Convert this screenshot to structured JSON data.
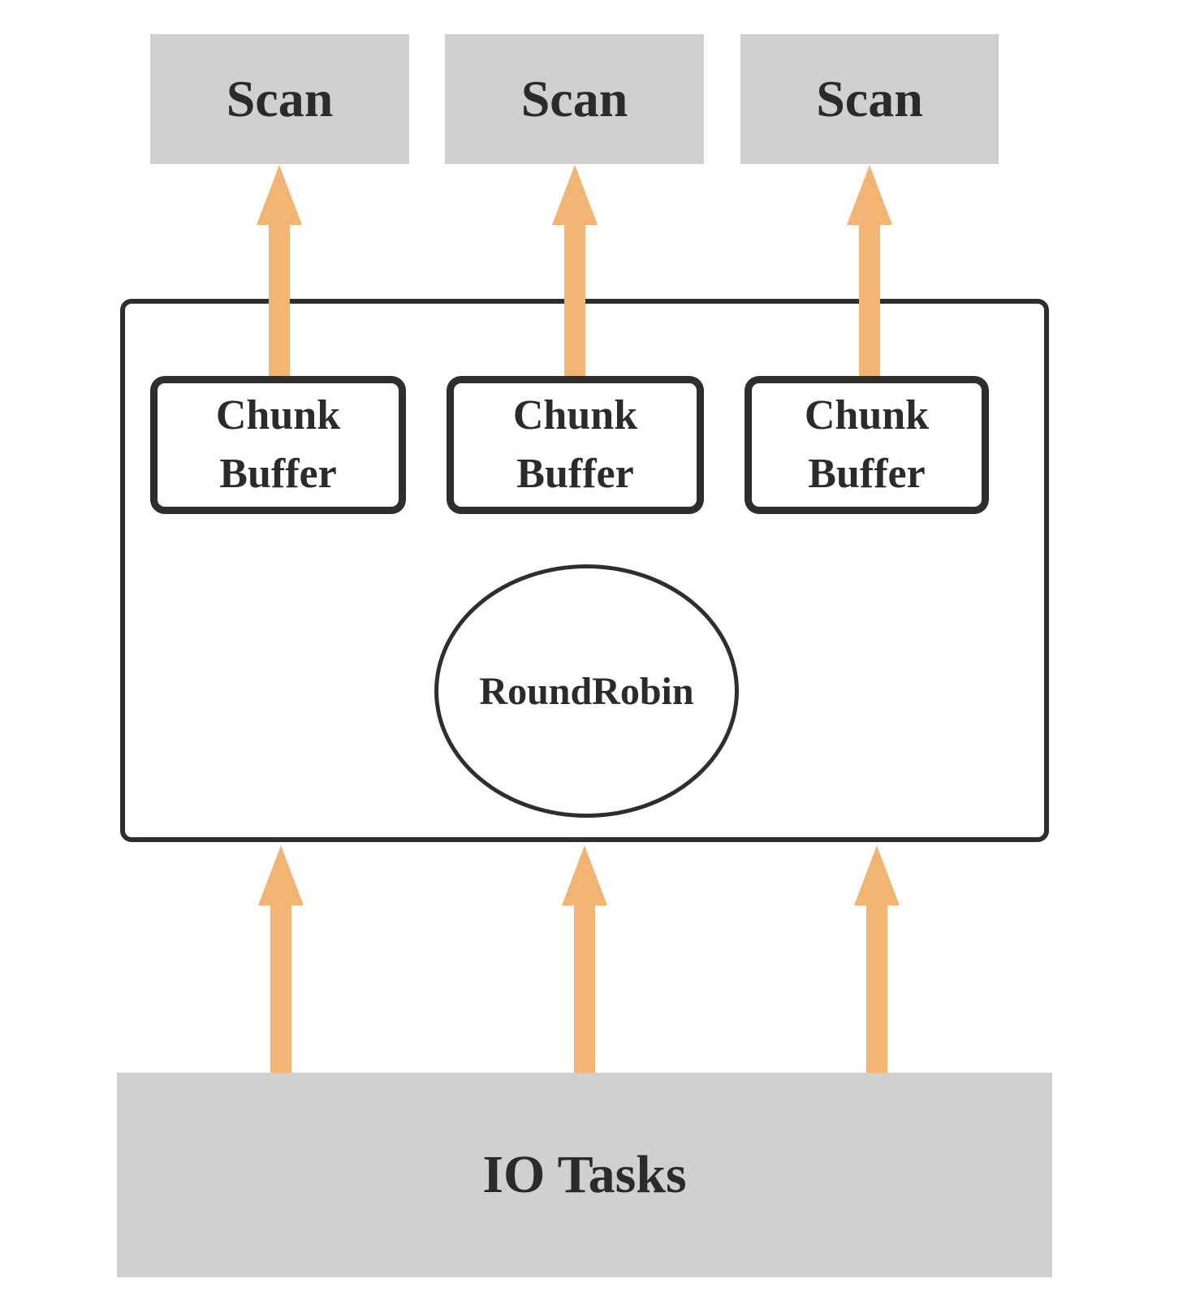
{
  "colors": {
    "arrow": "#F2B472",
    "node-fill": "#D0D0D0",
    "outline": "#2E2E2E",
    "text": "#2B2B2B",
    "canvas": "#FFFFFF"
  },
  "scan_nodes": [
    {
      "label": "Scan"
    },
    {
      "label": "Scan"
    },
    {
      "label": "Scan"
    }
  ],
  "worker_pool": {
    "chunk_buffers": [
      {
        "label": "Chunk Buffer"
      },
      {
        "label": "Chunk Buffer"
      },
      {
        "label": "Chunk Buffer"
      }
    ],
    "scheduler_label": "RoundRobin"
  },
  "io_tasks": {
    "label": "IO Tasks"
  }
}
